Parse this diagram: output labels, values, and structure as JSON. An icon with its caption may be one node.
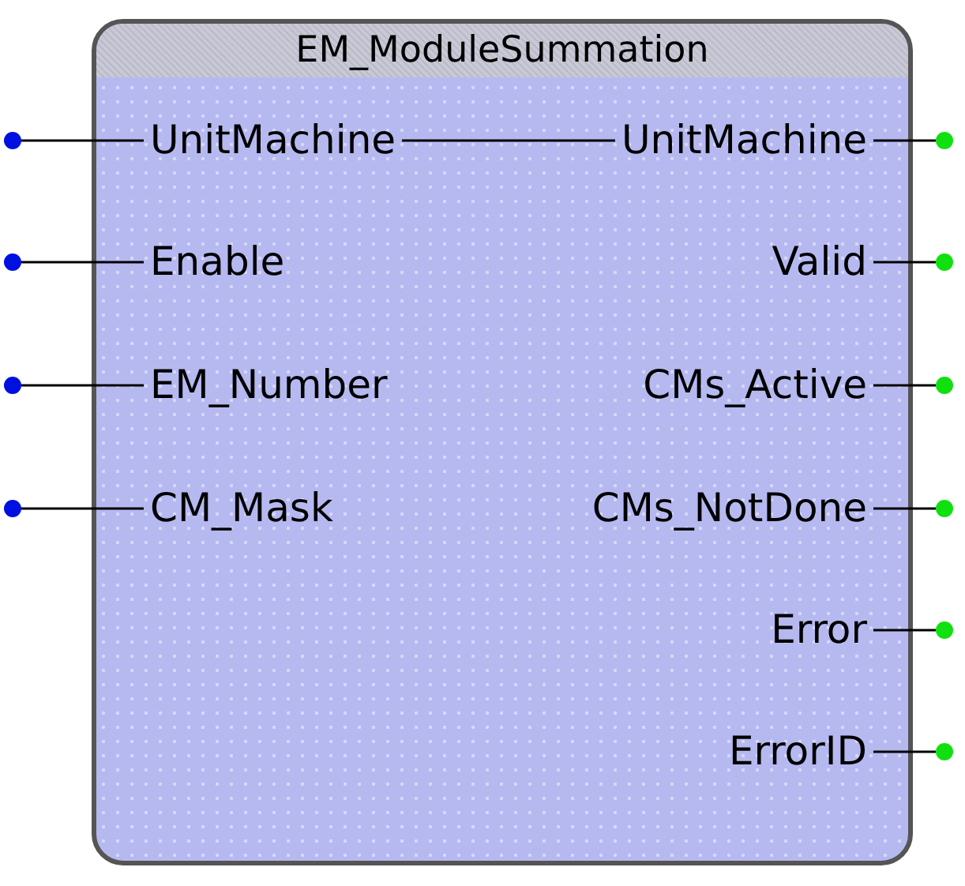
{
  "diagram": {
    "nodes": [
      {
        "text": [
          "EM_ModuleSummation"
        ]
      },
      {
        "text": [
          "UnitMachine"
        ],
        "in": 0
      },
      {
        "text": [
          "UnitMachine"
        ],
        "in": 0
      },
      {
        "text": [
          "Enable"
        ],
        "in": 0
      },
      {
        "text": [
          "Valid"
        ],
        "in": 0
      },
      {
        "text": [
          "EM_Number"
        ],
        "in": 0
      },
      {
        "text": [
          "CMs_Active"
        ],
        "in": 0
      },
      {
        "text": [
          "CM_Mask"
        ],
        "in": 0
      },
      {
        "text": [
          "CMs_NotDone"
        ],
        "in": 0
      },
      {
        "text": [
          "Error"
        ],
        "in": 0
      },
      {
        "text": [
          "ErrorID"
        ],
        "in": 0
      },
      {
        "text": [],
        "shape": "circle"
      },
      {
        "text": [],
        "shape": "circle"
      },
      {
        "text": [],
        "shape": "circle"
      },
      {
        "text": [],
        "shape": "circle"
      },
      {
        "text": [],
        "shape": "circle"
      },
      {
        "text": [],
        "shape": "circle"
      },
      {
        "text": [],
        "shape": "circle"
      },
      {
        "text": [],
        "shape": "circle"
      },
      {
        "text": [],
        "shape": "circle"
      },
      {
        "text": [],
        "shape": "circle"
      }
    ],
    "edges": [
      {
        "from": 11,
        "to": 1,
        "arrow": "none"
      },
      {
        "from": 1,
        "to": 2,
        "arrow": "none"
      },
      {
        "from": 2,
        "to": 15,
        "arrow": "none"
      },
      {
        "from": 12,
        "to": 3,
        "arrow": "none"
      },
      {
        "from": 4,
        "to": 16,
        "arrow": "none"
      },
      {
        "from": 13,
        "to": 5,
        "arrow": "none"
      },
      {
        "from": 6,
        "to": 17,
        "arrow": "none"
      },
      {
        "from": 14,
        "to": 7,
        "arrow": "none"
      },
      {
        "from": 8,
        "to": 18,
        "arrow": "none"
      },
      {
        "from": 9,
        "to": 19,
        "arrow": "none"
      },
      {
        "from": 10,
        "to": 20,
        "arrow": "none"
      }
    ]
  }
}
